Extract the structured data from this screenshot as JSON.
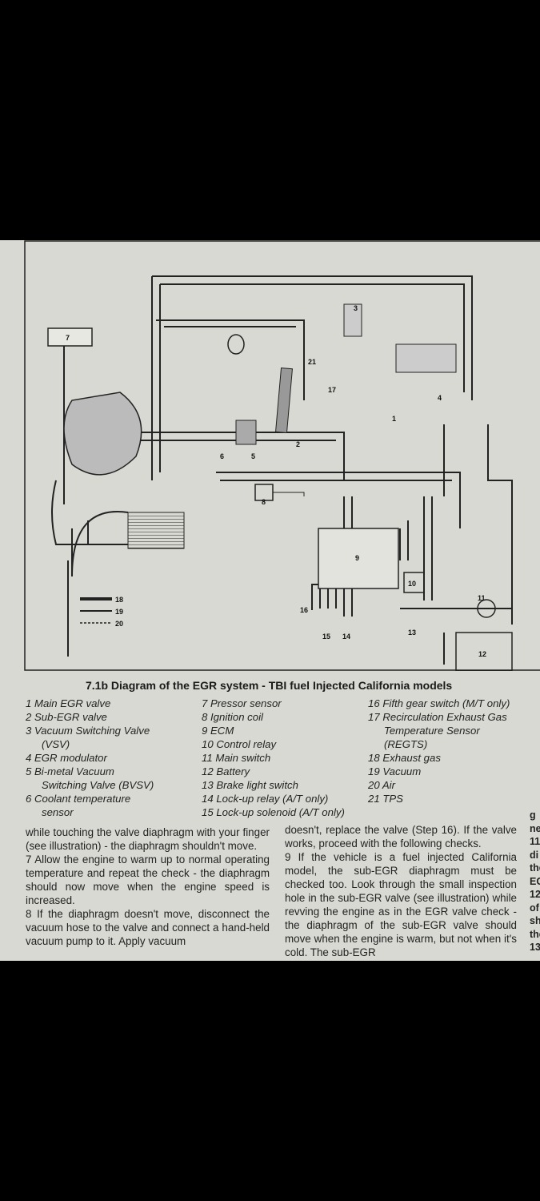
{
  "figure": {
    "caption": "7.1b Diagram of the EGR system - TBI fuel Injected California models",
    "callouts": [
      "1",
      "2",
      "3",
      "4",
      "5",
      "6",
      "7",
      "8",
      "9",
      "10",
      "11",
      "12",
      "13",
      "14",
      "15",
      "16",
      "17",
      "21"
    ],
    "arrow_legend": [
      "18",
      "19",
      "20"
    ],
    "legend": [
      [
        "1 Main EGR valve",
        "2 Sub-EGR valve",
        "3 Vacuum Switching Valve",
        "(VSV)",
        "4 EGR modulator",
        "5 Bi-metal Vacuum",
        "Switching Valve (BVSV)",
        "6 Coolant temperature",
        "sensor"
      ],
      [
        "7 Pressor sensor",
        "8 Ignition coil",
        "9 ECM",
        "10 Control relay",
        "11 Main switch",
        "12 Battery",
        "13 Brake light switch",
        "14 Lock-up relay (A/T only)",
        "15 Lock-up solenoid (A/T only)"
      ],
      [
        "16 Fifth gear switch (M/T only)",
        "17 Recirculation Exhaust Gas",
        "Temperature Sensor",
        "(REGTS)",
        "18 Exhaust gas",
        "19 Vacuum",
        "20 Air",
        "21 TPS"
      ]
    ]
  },
  "text": {
    "col1": [
      "while touching the valve diaphragm with your finger (see illustration) - the diaphragm shouldn't move.",
      "7 Allow the engine to warm up to normal operating temperature and repeat the check - the diaphragm should now move when the engine speed is increased.",
      "8 If the diaphragm doesn't move, disconnect the vacuum hose to the valve and connect a hand-held vacuum pump to it. Apply vacuum"
    ],
    "col2": [
      "doesn't, replace the valve (Step 16). If the valve works, proceed with the following checks.",
      "9 If the vehicle is a fuel injected California model, the sub-EGR diaphragm must be checked too. Look through the small inspection hole in the sub-EGR valve (see illustration) while revving the engine as in the EGR valve check - the diaphragm of the sub-EGR valve should move when the engine is warm, but not when it's cold. The sub-EGR"
    ],
    "col3_fragments": [
      "g",
      "ne",
      "11",
      "di",
      "the",
      "EG",
      "12",
      "of t",
      "sho",
      "the",
      "13"
    ]
  }
}
